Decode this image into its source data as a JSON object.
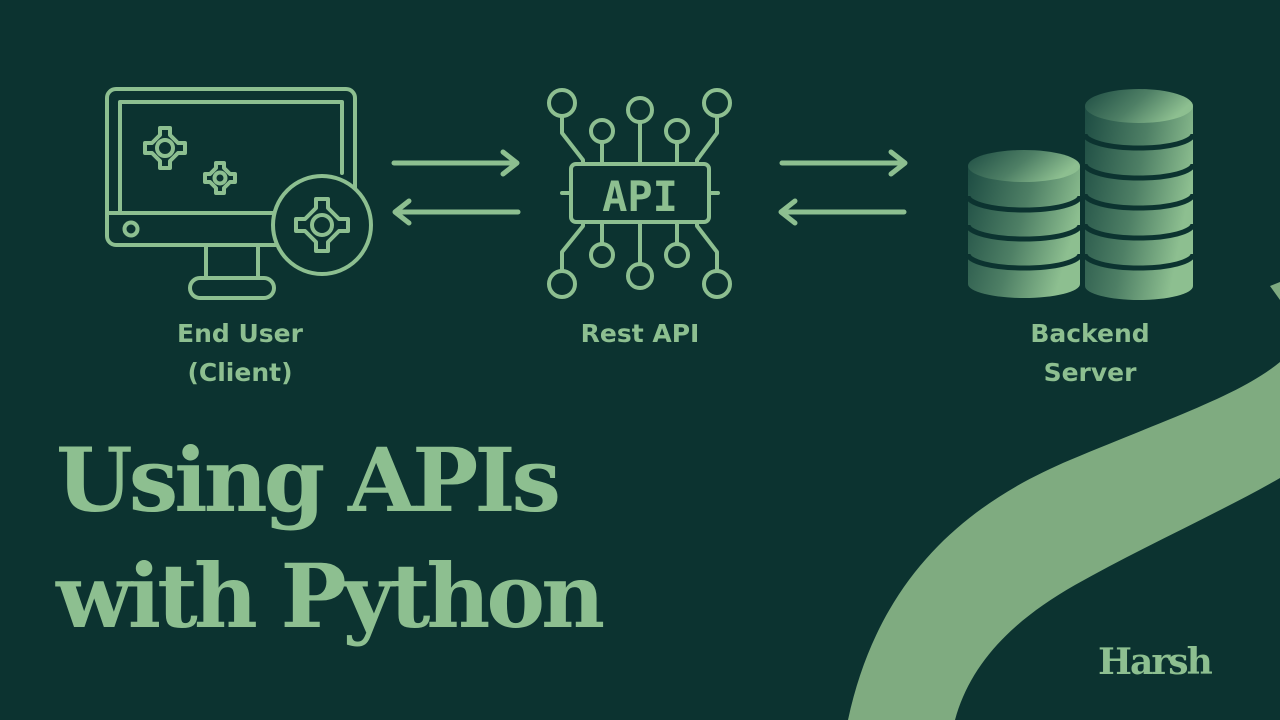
{
  "diagram": {
    "nodes": [
      {
        "id": "client",
        "label_lines": [
          "End User",
          "(Client)"
        ],
        "icon": "monitor-gears-icon"
      },
      {
        "id": "api",
        "label_lines": [
          "Rest API"
        ],
        "icon": "api-circuit-icon",
        "icon_text": "API"
      },
      {
        "id": "server",
        "label_lines": [
          "Backend",
          "Server"
        ],
        "icon": "database-stack-icon"
      }
    ],
    "edges": [
      {
        "from": "client",
        "to": "api",
        "direction": "bidirectional"
      },
      {
        "from": "api",
        "to": "server",
        "direction": "bidirectional"
      }
    ]
  },
  "title": {
    "lines": [
      "Using APIs",
      "with Python"
    ]
  },
  "brand": {
    "text": "Harsh"
  },
  "colors": {
    "background": "#0c3330",
    "accent": "#8dbf90",
    "swoosh": "#7fab80",
    "db_dark": "#1d4c43"
  }
}
